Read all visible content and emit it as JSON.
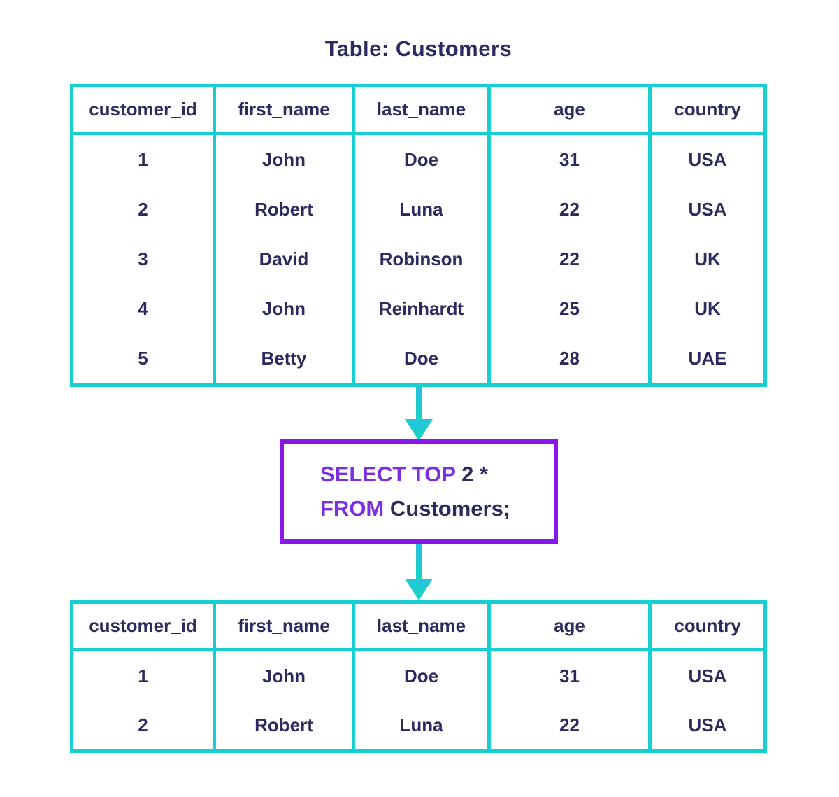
{
  "title": "Table: Customers",
  "columns": [
    "customer_id",
    "first_name",
    "last_name",
    "age",
    "country"
  ],
  "source_table": {
    "rows": [
      [
        "1",
        "John",
        "Doe",
        "31",
        "USA"
      ],
      [
        "2",
        "Robert",
        "Luna",
        "22",
        "USA"
      ],
      [
        "3",
        "David",
        "Robinson",
        "22",
        "UK"
      ],
      [
        "4",
        "John",
        "Reinhardt",
        "25",
        "UK"
      ],
      [
        "5",
        "Betty",
        "Doe",
        "28",
        "UAE"
      ]
    ]
  },
  "query": {
    "keyword_select": "SELECT TOP",
    "select_args": "2 *",
    "keyword_from": "FROM",
    "from_args": "Customers;"
  },
  "result_table": {
    "rows": [
      [
        "1",
        "John",
        "Doe",
        "31",
        "USA"
      ],
      [
        "2",
        "Robert",
        "Luna",
        "22",
        "USA"
      ]
    ]
  },
  "colors": {
    "table_border": "#17ced0",
    "arrow": "#1cc9d2",
    "query_border": "#8a17e9",
    "keyword_text": "#7b2fe0",
    "body_text": "#2c2a5e"
  },
  "icons": {
    "flow_arrow": "arrow-down"
  }
}
